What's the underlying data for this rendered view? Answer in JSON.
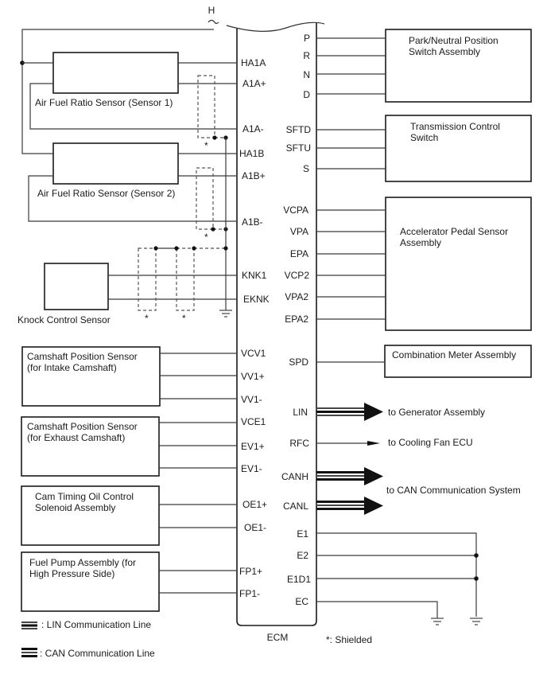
{
  "diagram": {
    "ecm_label": "ECM",
    "break_label": "H",
    "shielded_note": "*: Shielded",
    "shield_marker": "*",
    "legend": {
      "lin": ": LIN Communication Line",
      "can": ": CAN Communication Line"
    },
    "left_components": {
      "af_sensor_1": "Air Fuel Ratio Sensor (Sensor 1)",
      "af_sensor_2": "Air Fuel Ratio Sensor (Sensor 2)",
      "knock_sensor": "Knock Control Sensor",
      "cam_intake": [
        "Camshaft Position Sensor",
        "(for Intake Camshaft)"
      ],
      "cam_exhaust": [
        "Camshaft Position Sensor",
        "(for Exhaust Camshaft)"
      ],
      "ocv": [
        "Cam Timing Oil Control",
        "Solenoid Assembly"
      ],
      "fuel_pump": [
        "Fuel Pump Assembly (for",
        "High Pressure Side)"
      ]
    },
    "right_components": {
      "pnp_switch": [
        "Park/Neutral Position",
        "Switch Assembly"
      ],
      "trans_switch": [
        "Transmission Control",
        "Switch"
      ],
      "accel_pedal": [
        "Accelerator Pedal Sensor",
        "Assembly"
      ],
      "combo_meter": "Combination Meter Assembly",
      "generator": "to Generator Assembly",
      "cooling_fan": "to Cooling Fan ECU",
      "can_system": "to CAN Communication System"
    },
    "left_pins": {
      "HA1A": "HA1A",
      "A1A_plus": "A1A+",
      "A1A_minus": "A1A-",
      "HA1B": "HA1B",
      "A1B_plus": "A1B+",
      "A1B_minus": "A1B-",
      "KNK1": "KNK1",
      "EKNK": "EKNK",
      "VCV1": "VCV1",
      "VV1_plus": "VV1+",
      "VV1_minus": "VV1-",
      "VCE1": "VCE1",
      "EV1_plus": "EV1+",
      "EV1_minus": "EV1-",
      "OE1_plus": "OE1+",
      "OE1_minus": "OE1-",
      "FP1_plus": "FP1+",
      "FP1_minus": "FP1-"
    },
    "right_pins": {
      "P": "P",
      "R": "R",
      "N": "N",
      "D": "D",
      "SFTD": "SFTD",
      "SFTU": "SFTU",
      "S": "S",
      "VCPA": "VCPA",
      "VPA": "VPA",
      "EPA": "EPA",
      "VCP2": "VCP2",
      "VPA2": "VPA2",
      "EPA2": "EPA2",
      "SPD": "SPD",
      "LIN": "LIN",
      "RFC": "RFC",
      "CANH": "CANH",
      "CANL": "CANL",
      "E1": "E1",
      "E2": "E2",
      "E1D1": "E1D1",
      "EC": "EC"
    }
  }
}
